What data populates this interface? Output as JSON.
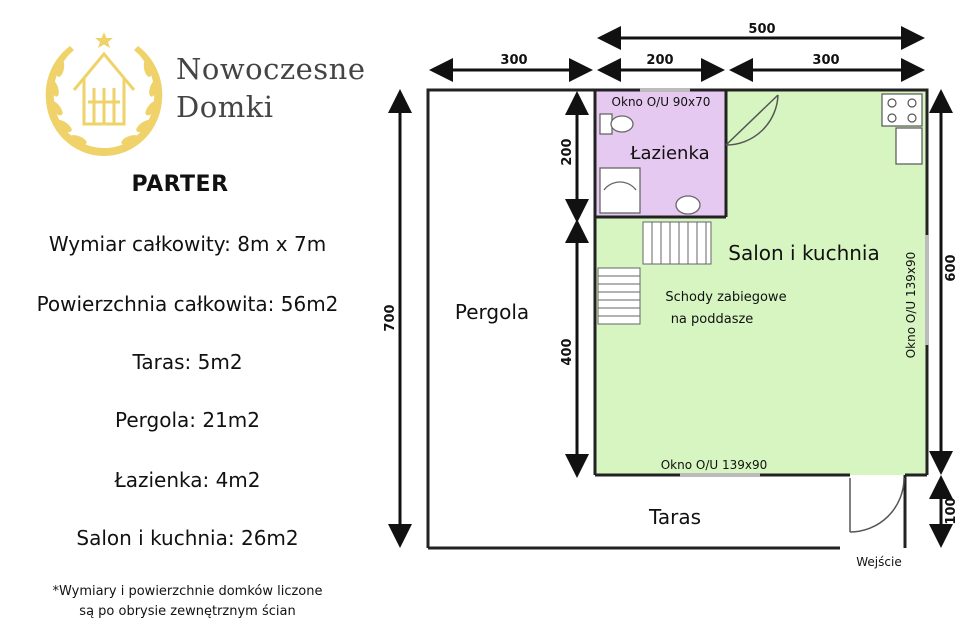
{
  "brand": {
    "name_line1": "Nowoczesne",
    "name_line2": "Domki",
    "colors": {
      "gold": "#efd36a",
      "grey": "#444444"
    }
  },
  "summary": {
    "heading": "PARTER",
    "items": [
      "Wymiar całkowity: 8m x 7m",
      "Powierzchnia całkowita: 56m2",
      "Taras: 5m2",
      "Pergola: 21m2",
      "Łazienka: 4m2",
      "Salon i kuchnia: 26m2"
    ],
    "footnote_line1": "*Wymiary i powierzchnie domków liczone",
    "footnote_line2": "są po obrysie zewnętrznym ścian"
  },
  "plan": {
    "colors": {
      "salon": "#d6f5c1",
      "bathroom": "#e5c9f1",
      "wall": "#222222"
    },
    "dimensions": {
      "top_total": "500",
      "top_pergola": "300",
      "top_bathroom": "200",
      "top_salon": "300",
      "left_total": "700",
      "inner_bathroom": "200",
      "inner_salon": "400",
      "right_house": "600",
      "right_terrace": "100"
    },
    "rooms": {
      "pergola": "Pergola",
      "bathroom": "Łazienka",
      "salon": "Salon i kuchnia",
      "terrace": "Taras",
      "stairs_line1": "Schody zabiegowe",
      "stairs_line2": "na poddasze"
    },
    "windows": {
      "bathroom": "Okno O/U 90x70",
      "right": "Okno O/U 139x90",
      "bottom": "Okno O/U 139x90"
    },
    "entrance": "Wejście"
  }
}
